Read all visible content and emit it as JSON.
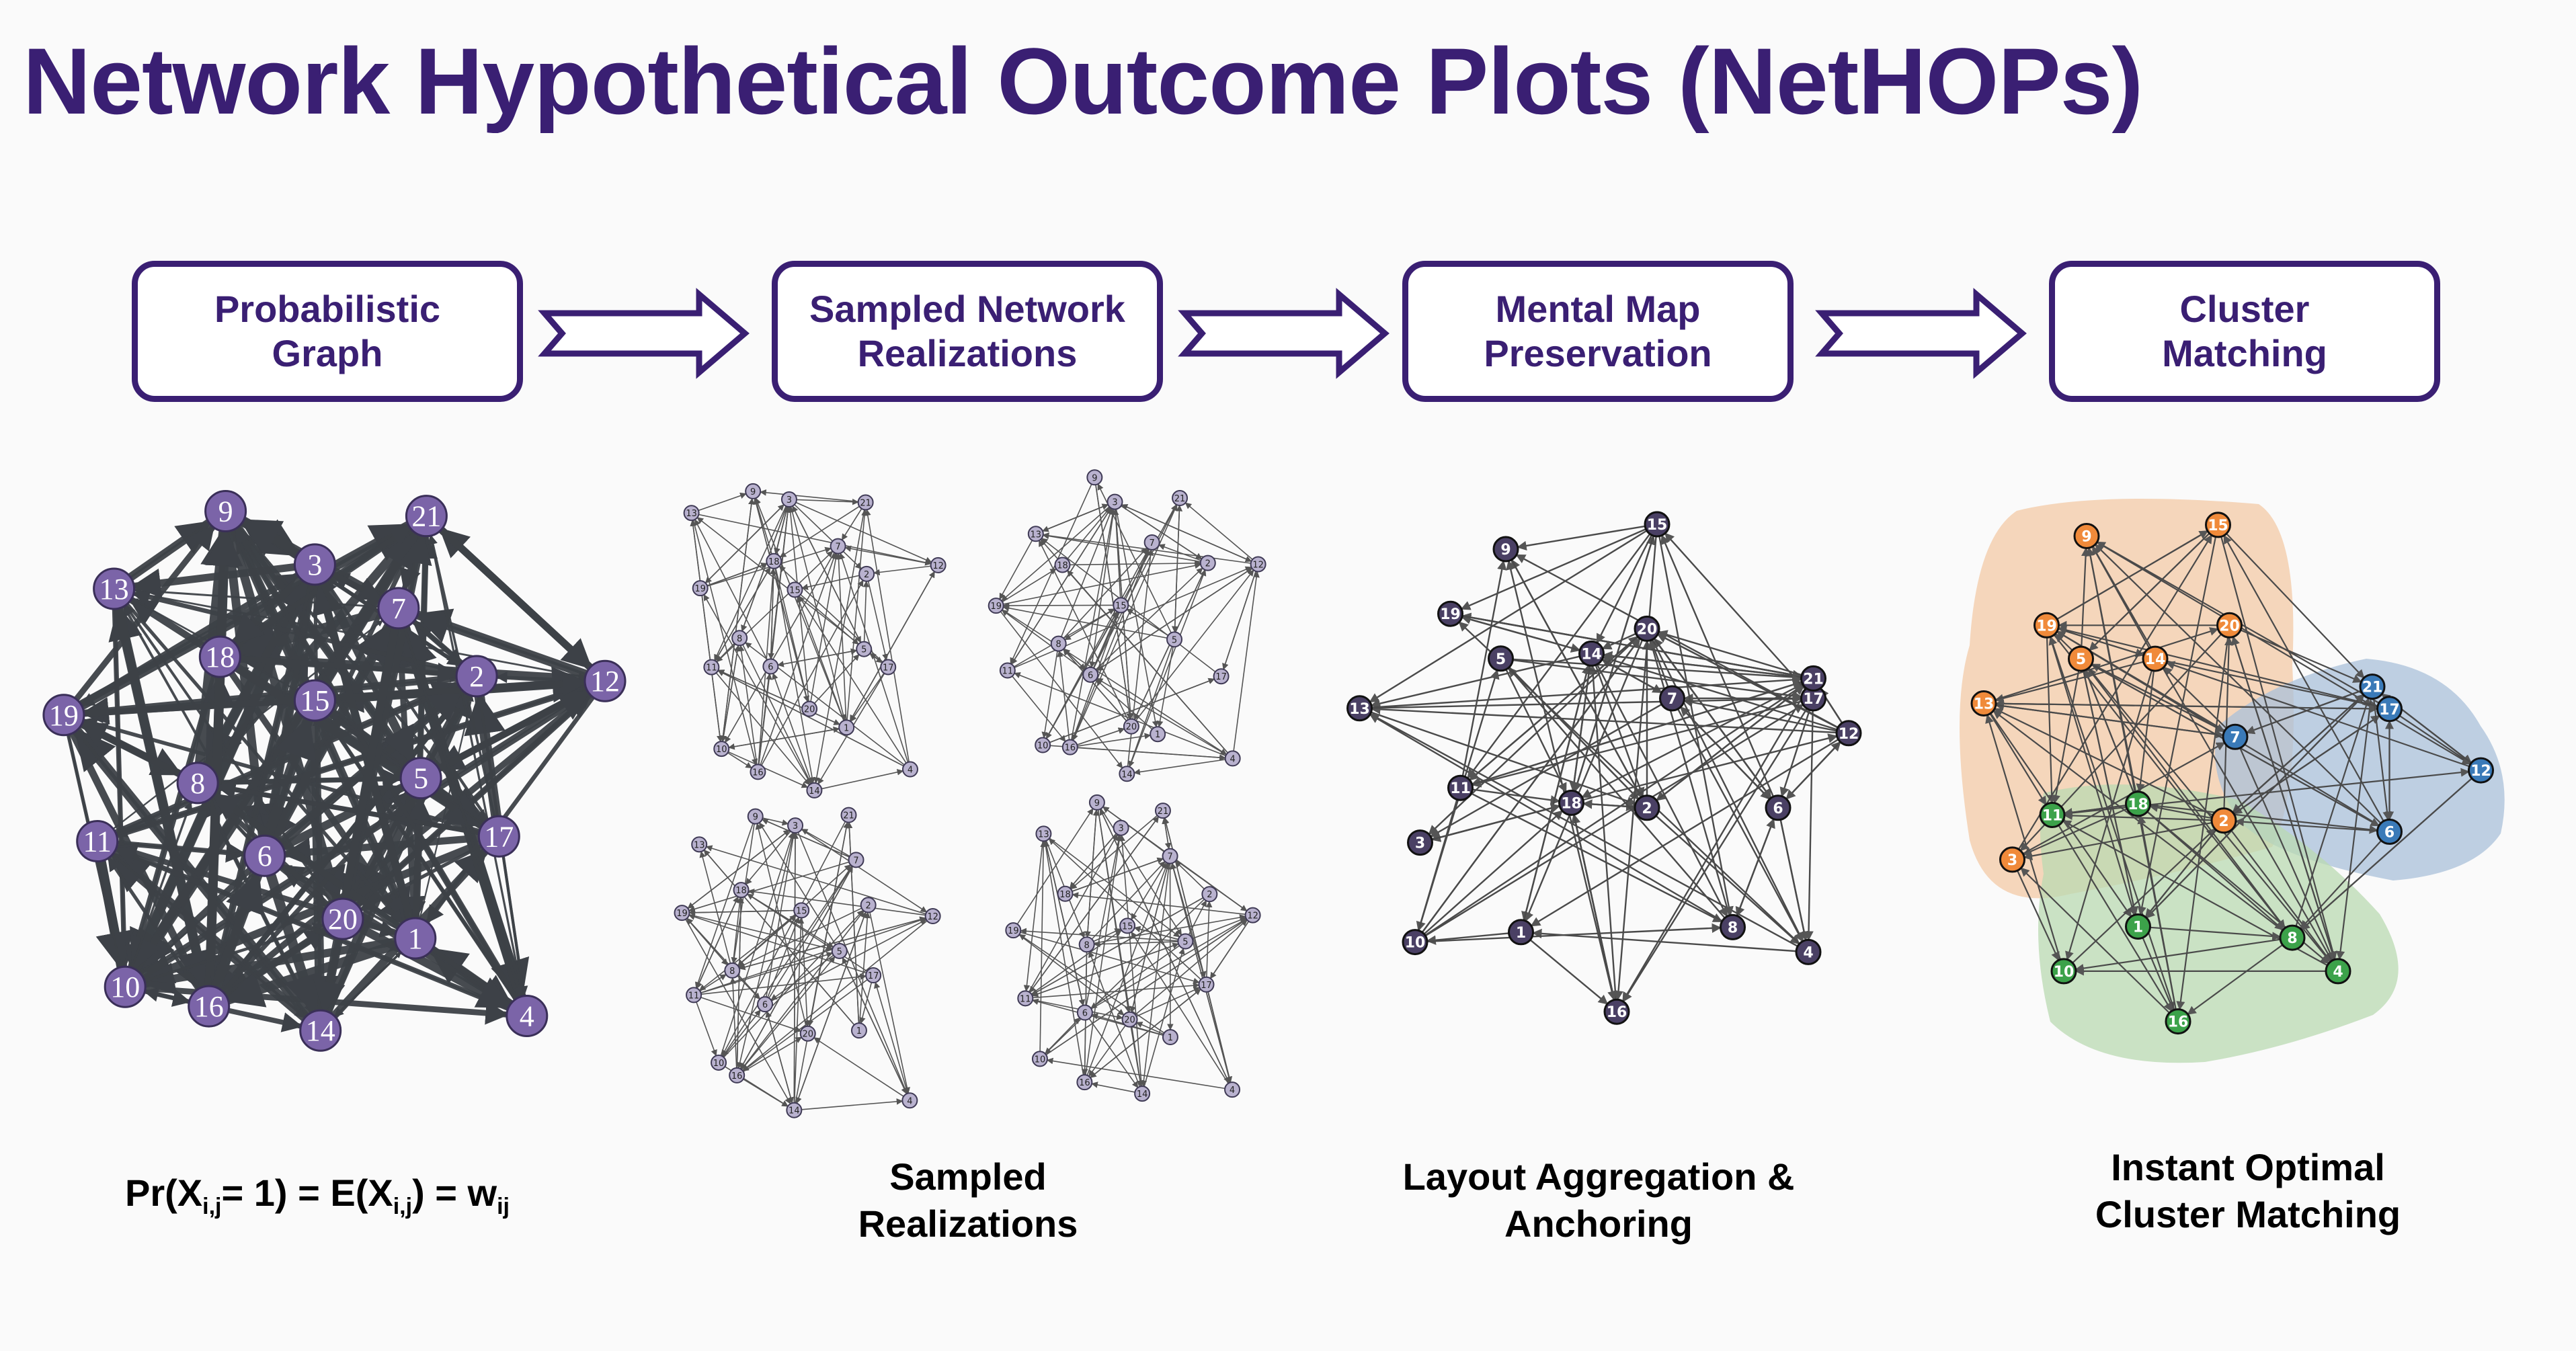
{
  "title": "Network Hypothetical Outcome Plots (NetHOPs)",
  "steps": [
    {
      "line1": "Probabilistic",
      "line2": "Graph"
    },
    {
      "line1": "Sampled Network",
      "line2": "Realizations"
    },
    {
      "line1": "Mental Map",
      "line2": "Preservation"
    },
    {
      "line1": "Cluster",
      "line2": "Matching"
    }
  ],
  "captions": {
    "formula": {
      "a": "Pr(X",
      "s1": "i,j",
      "b": "= 1) = E(X",
      "s2": "i,j",
      "c": ") = w",
      "s3": "ij"
    },
    "sampled": {
      "line1": "Sampled",
      "line2": "Realizations"
    },
    "layout": {
      "line1": "Layout Aggregation &",
      "line2": "Anchoring"
    },
    "cluster": {
      "line1": "Instant Optimal",
      "line2": "Cluster Matching"
    }
  },
  "nodes": [
    "1",
    "2",
    "3",
    "4",
    "5",
    "6",
    "7",
    "8",
    "9",
    "10",
    "11",
    "12",
    "13",
    "14",
    "15",
    "16",
    "17",
    "18",
    "19",
    "20",
    "21"
  ],
  "colors": {
    "title": "#3a1f73",
    "node_purple": "#7b64a8",
    "node_dark": "#4a4064",
    "edge_dark": "#3d4147",
    "cluster_orange": "#f08a3a",
    "cluster_blue": "#3a7ab8",
    "cluster_green": "#3ca24a"
  }
}
